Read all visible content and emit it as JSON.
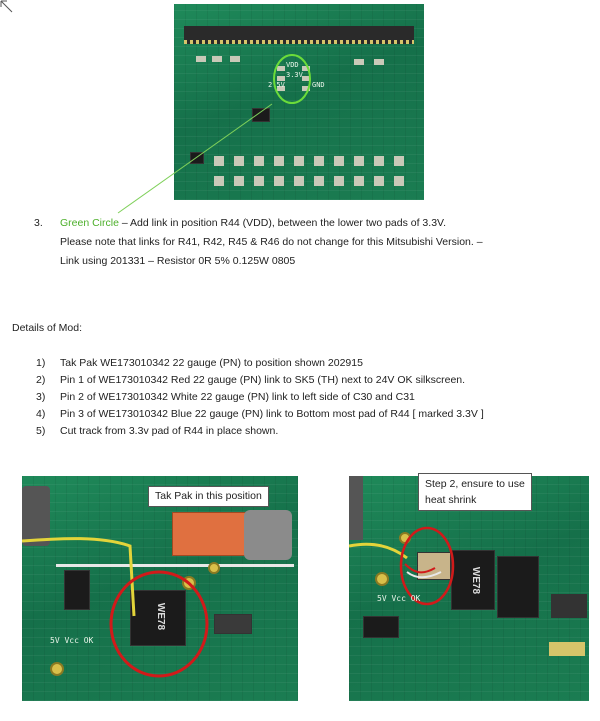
{
  "top_photo": {
    "labels": [
      "VDD",
      "3.3V",
      "2.5V",
      "GND"
    ]
  },
  "step3": {
    "number": "3.",
    "highlight": "Green Circle",
    "line1_rest": " – Add link in position R44 (VDD), between the lower two pads of 3.3V.",
    "line2": "Please note that links for R41, R42, R45 & R46 do not change for this Mitsubishi Version. –",
    "line3": "Link using 201331 – Resistor 0R 5% 0.125W 0805"
  },
  "details_heading": "Details of Mod:",
  "mods": [
    {
      "num": "1)",
      "text": "Tak Pak WE173010342 22 gauge (PN) to position shown 202915"
    },
    {
      "num": "2)",
      "text": "Pin 1 of WE173010342 Red 22 gauge (PN) link to SK5 (TH) next to 24V OK silkscreen."
    },
    {
      "num": "3)",
      "text": "Pin 2 of WE173010342 White 22 gauge (PN) link to left side of C30 and C31"
    },
    {
      "num": "4)",
      "text": "Pin 3 of WE173010342 Blue 22 gauge (PN) link to Bottom most pad of R44 [ marked 3.3V ]"
    },
    {
      "num": "5)",
      "text": "Cut track from 3.3v pad of R44 in place shown."
    }
  ],
  "left_photo": {
    "callout": "Tak Pak in this position",
    "silk_label": "5V Vcc OK",
    "chip_text": "WE78"
  },
  "right_photo": {
    "callout_line1": "Step 2, ensure to use",
    "callout_line2": "heat shrink",
    "silk_label": "5V Vcc OK",
    "chip_text": "WE78"
  },
  "colors": {
    "highlight_green": "#4caf2a",
    "pcb_green": "#1b7d52",
    "circle_red": "#d11a1a"
  }
}
